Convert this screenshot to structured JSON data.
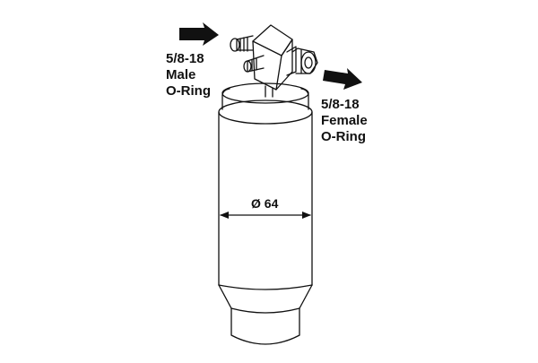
{
  "inlet": {
    "label_line1": "5/8-18",
    "label_line2": "Male",
    "label_line3": "O-Ring",
    "arrow_icon": "arrow-right-icon"
  },
  "outlet": {
    "label_line1": "5/8-18",
    "label_line2": "Female",
    "label_line3": "O-Ring",
    "arrow_icon": "arrow-right-icon"
  },
  "diameter": {
    "label": "Ø 64"
  },
  "colors": {
    "line": "#111111",
    "background": "#ffffff"
  }
}
